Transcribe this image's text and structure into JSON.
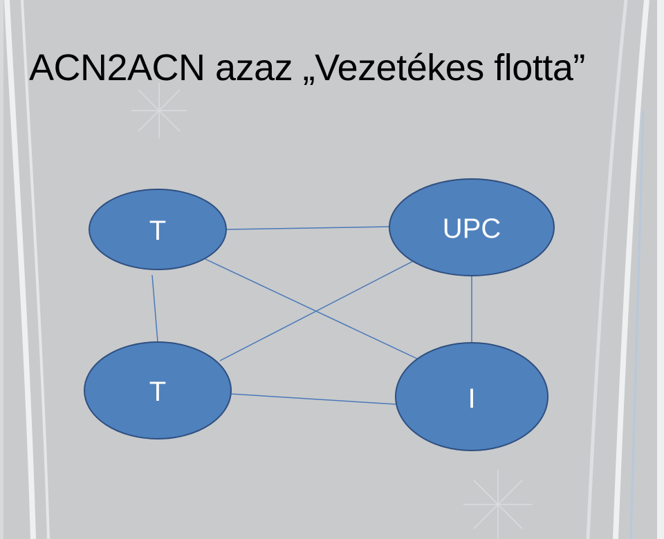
{
  "slide": {
    "title": "ACN2ACN azaz „Vezetékes flotta”"
  },
  "diagram": {
    "nodes": [
      {
        "id": "t1",
        "label": "T"
      },
      {
        "id": "upc",
        "label": "UPC"
      },
      {
        "id": "t2",
        "label": "T"
      },
      {
        "id": "i",
        "label": "I"
      }
    ],
    "edges": [
      {
        "from": "t1",
        "to": "upc"
      },
      {
        "from": "t1",
        "to": "i"
      },
      {
        "from": "t1",
        "to": "t2"
      },
      {
        "from": "upc",
        "to": "t2"
      },
      {
        "from": "upc",
        "to": "i"
      },
      {
        "from": "t2",
        "to": "i"
      }
    ],
    "colors": {
      "node_fill": "#4f81bd",
      "node_stroke": "#2f4f7f",
      "edge": "#4a78b8",
      "label": "#ffffff",
      "background": "#c8cacc"
    }
  }
}
